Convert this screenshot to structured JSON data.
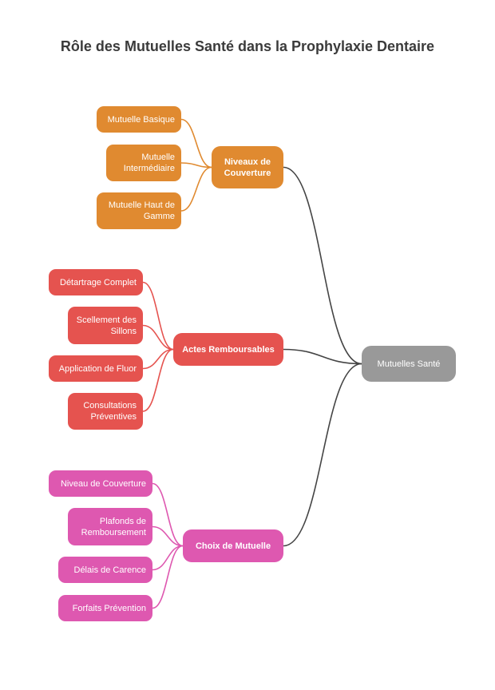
{
  "title": "Rôle des Mutuelles Santé dans la Prophylaxie Dentaire",
  "root": {
    "label": "Mutuelles Santé",
    "color": "#999999"
  },
  "branches": [
    {
      "label": "Niveaux de\nCouverture",
      "color": "#e08a30",
      "children": [
        "Mutuelle Basique",
        "Mutuelle\nIntermédiaire",
        "Mutuelle Haut de\nGamme"
      ]
    },
    {
      "label": "Actes Remboursables",
      "color": "#e5534f",
      "children": [
        "Détartrage Complet",
        "Scellement des\nSillons",
        "Application de Fluor",
        "Consultations\nPréventives"
      ]
    },
    {
      "label": "Choix de Mutuelle",
      "color": "#de58b0",
      "children": [
        "Niveau de Couverture",
        "Plafonds de\nRemboursement",
        "Délais de Carence",
        "Forfaits Prévention"
      ]
    }
  ],
  "link_color": "#444444"
}
